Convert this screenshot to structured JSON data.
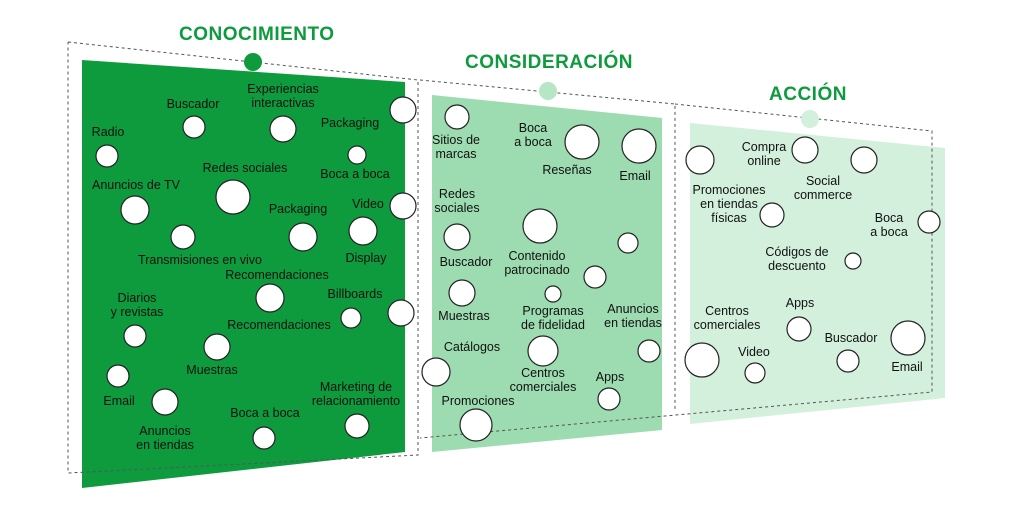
{
  "colors": {
    "stage1": "#0d9b3e",
    "stage2": "#9cdcb0",
    "stage3": "#d2f0dc",
    "accent": "#0d9b3e",
    "accent_light": "#b6e6c5",
    "dashed": "#555555"
  },
  "stages": [
    {
      "title": "CONOCIMIENTO"
    },
    {
      "title": "CONSIDERACIÓN"
    },
    {
      "title": "ACCIÓN"
    }
  ],
  "labels": {
    "s1": [
      "Buscador",
      "Experiencias\ninteractivas",
      "Packaging",
      "Radio",
      "Redes sociales",
      "Boca a boca",
      "Anuncios de TV",
      "Packaging",
      "Video",
      "Transmisiones en vivo",
      "Display",
      "Recomendaciones",
      "Diarios\ny revistas",
      "Billboards",
      "Recomendaciones",
      "Muestras",
      "Marketing de\nrelacionamiento",
      "Email",
      "Boca a boca",
      "Anuncios\nen tiendas"
    ],
    "s2": [
      "Sitios de\nmarcas",
      "Boca\na boca",
      "Reseñas",
      "Email",
      "Redes\nsociales",
      "Contenido\npatrocinado",
      "Buscador",
      "Programas\nde fidelidad",
      "Anuncios\nen tiendas",
      "Muestras",
      "Catálogos",
      "Centros\ncomerciales",
      "Apps",
      "Promociones"
    ],
    "s3": [
      "Compra\nonline",
      "Social\ncommerce",
      "Promociones\nen tiendas\nfísicas",
      "Boca\na boca",
      "Códigos de\ndescuento",
      "Apps",
      "Centros\ncomerciales",
      "Buscador",
      "Video",
      "Email"
    ]
  }
}
